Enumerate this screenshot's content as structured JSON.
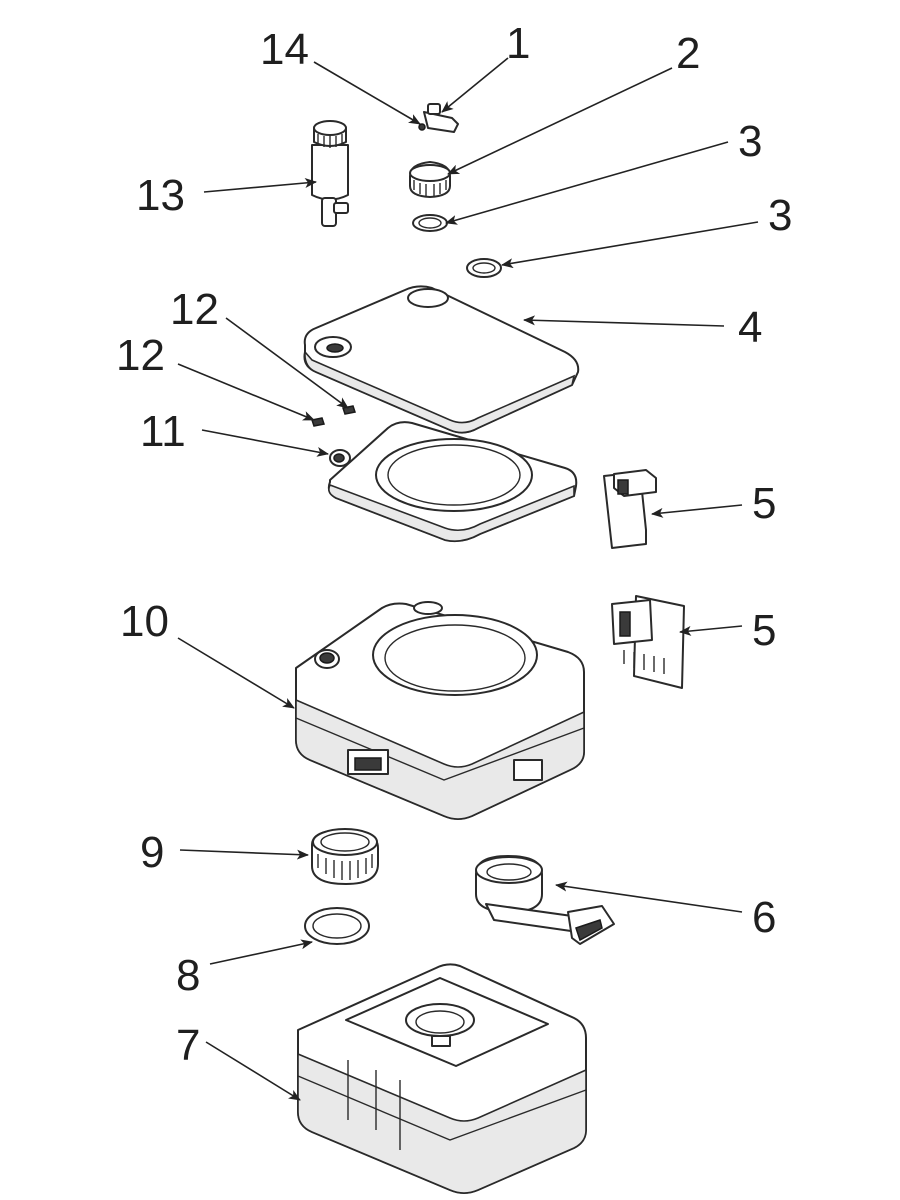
{
  "diagram": {
    "callouts": [
      {
        "id": "c14",
        "label": "14"
      },
      {
        "id": "c1",
        "label": "1"
      },
      {
        "id": "c2",
        "label": "2"
      },
      {
        "id": "c3a",
        "label": "3"
      },
      {
        "id": "c3b",
        "label": "3"
      },
      {
        "id": "c13",
        "label": "13"
      },
      {
        "id": "c12a",
        "label": "12"
      },
      {
        "id": "c12b",
        "label": "12"
      },
      {
        "id": "c4",
        "label": "4"
      },
      {
        "id": "c11",
        "label": "11"
      },
      {
        "id": "c5a",
        "label": "5"
      },
      {
        "id": "c5b",
        "label": "5"
      },
      {
        "id": "c10",
        "label": "10"
      },
      {
        "id": "c9",
        "label": "9"
      },
      {
        "id": "c6",
        "label": "6"
      },
      {
        "id": "c8",
        "label": "8"
      },
      {
        "id": "c7",
        "label": "7"
      }
    ]
  }
}
